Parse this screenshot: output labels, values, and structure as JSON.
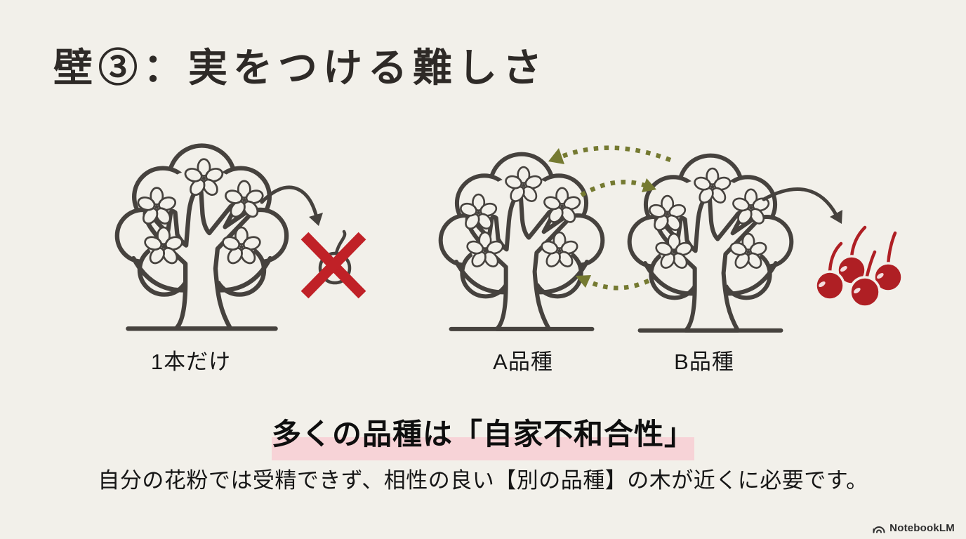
{
  "title": "壁③：実をつける難しさ",
  "diagram": {
    "single_tree": {
      "label": "1本だけ",
      "icon": "blossom-tree-icon"
    },
    "no_fruit": {
      "icon": "crossed-out-cherry-icon"
    },
    "tree_a": {
      "label": "A品種",
      "icon": "blossom-tree-icon"
    },
    "tree_b": {
      "label": "B品種",
      "icon": "blossom-tree-icon"
    },
    "fruit": {
      "icon": "cherries-icon"
    },
    "arrows": {
      "self_pollination": "curved-solid-arrow-icon",
      "cross_pollination": "dotted-olive-arrow-icon",
      "fruiting": "curved-solid-arrow-icon"
    }
  },
  "headline": "多くの品種は「自家不和合性」",
  "description": "自分の花粉では受精できず、相性の良い【別の品種】の木が近くに必要です。",
  "watermark": {
    "label": "NotebookLM",
    "icon": "notebooklm-logo-icon"
  },
  "colors": {
    "background": "#F2F0EA",
    "line": "#46423E",
    "accent_red": "#C02127",
    "cherry_red": "#AF1F24",
    "olive": "#757A31",
    "highlight_pink": "#F7D3D7",
    "title_color": "#2E2A27",
    "text_color": "#161616"
  }
}
